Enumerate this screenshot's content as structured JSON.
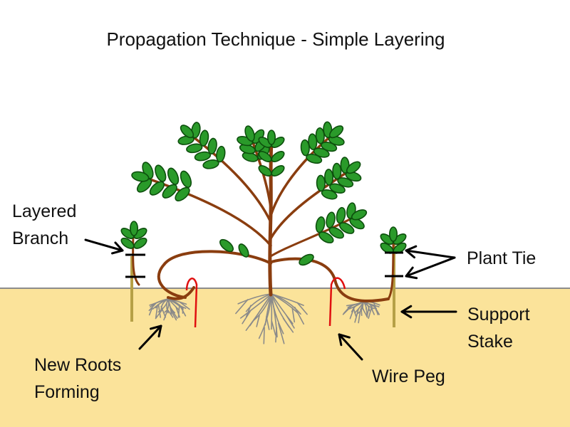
{
  "title": "Propagation Technique - Simple Layering",
  "labels": {
    "layered_branch": [
      "Layered",
      "Branch"
    ],
    "plant_tie": "Plant Tie",
    "support_stake": [
      "Support",
      "Stake"
    ],
    "new_roots": [
      "New Roots",
      "Forming"
    ],
    "wire_peg": "Wire Peg"
  },
  "colors": {
    "soil": "#fbe39a",
    "ground_line": "#8c8c8c",
    "stem": "#8a3d0f",
    "leaf": "#2a9a2a",
    "leaf_dark": "#0d4f0d",
    "root": "#8a8a8a",
    "stake": "#b6a046",
    "peg": "#e01010",
    "tie": "#000000",
    "arrow": "#000000"
  }
}
